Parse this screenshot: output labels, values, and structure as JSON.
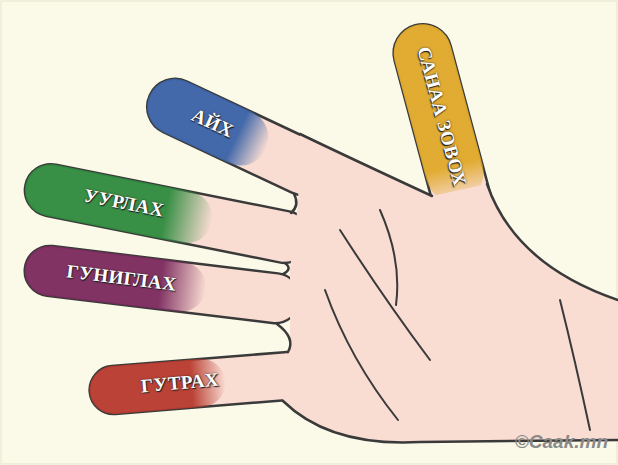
{
  "diagram": {
    "nodes": [
      {
        "text": [
          "АЙХ"
        ]
      },
      {
        "text": [
          "УУРЛАХ"
        ]
      },
      {
        "text": [
          "ГУНИГЛАХ"
        ]
      },
      {
        "text": [
          "ГУТРАХ"
        ]
      },
      {
        "text": [
          "САНАА ЗОВОХ"
        ]
      }
    ],
    "labels": [
      "©Caak.mn"
    ]
  }
}
